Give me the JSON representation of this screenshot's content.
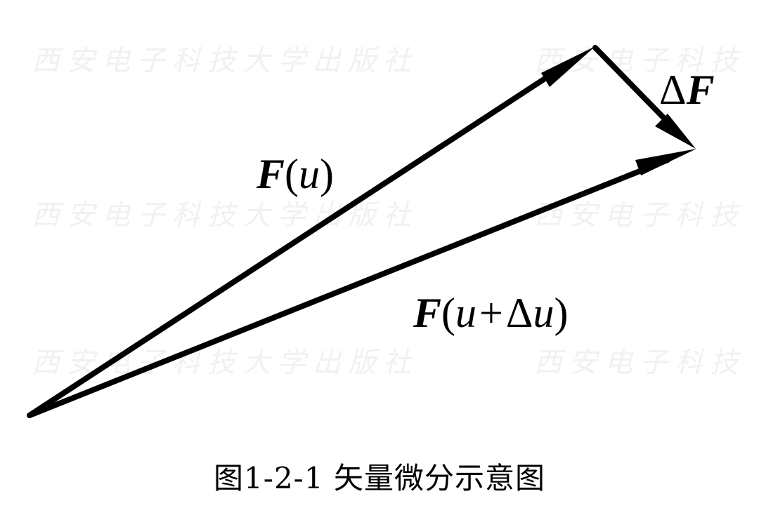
{
  "watermarks": [
    "西安电子科技大学出版社",
    "西安电子科技大学出版社",
    "西安电子科技大学出版社",
    "西安电子科技",
    "西安电子科技",
    "西安电子科技"
  ],
  "labels": {
    "delta_f": {
      "delta": "Δ",
      "F": "F"
    },
    "f_u": {
      "F": "F",
      "open": "(",
      "u": "u",
      "close": ")"
    },
    "f_u_du": {
      "F": "F",
      "open": "(",
      "u": "u",
      "plus": "+",
      "delta": "Δ",
      "u2": "u",
      "close": ")"
    }
  },
  "caption": "图1-2-1  矢量微分示意图"
}
